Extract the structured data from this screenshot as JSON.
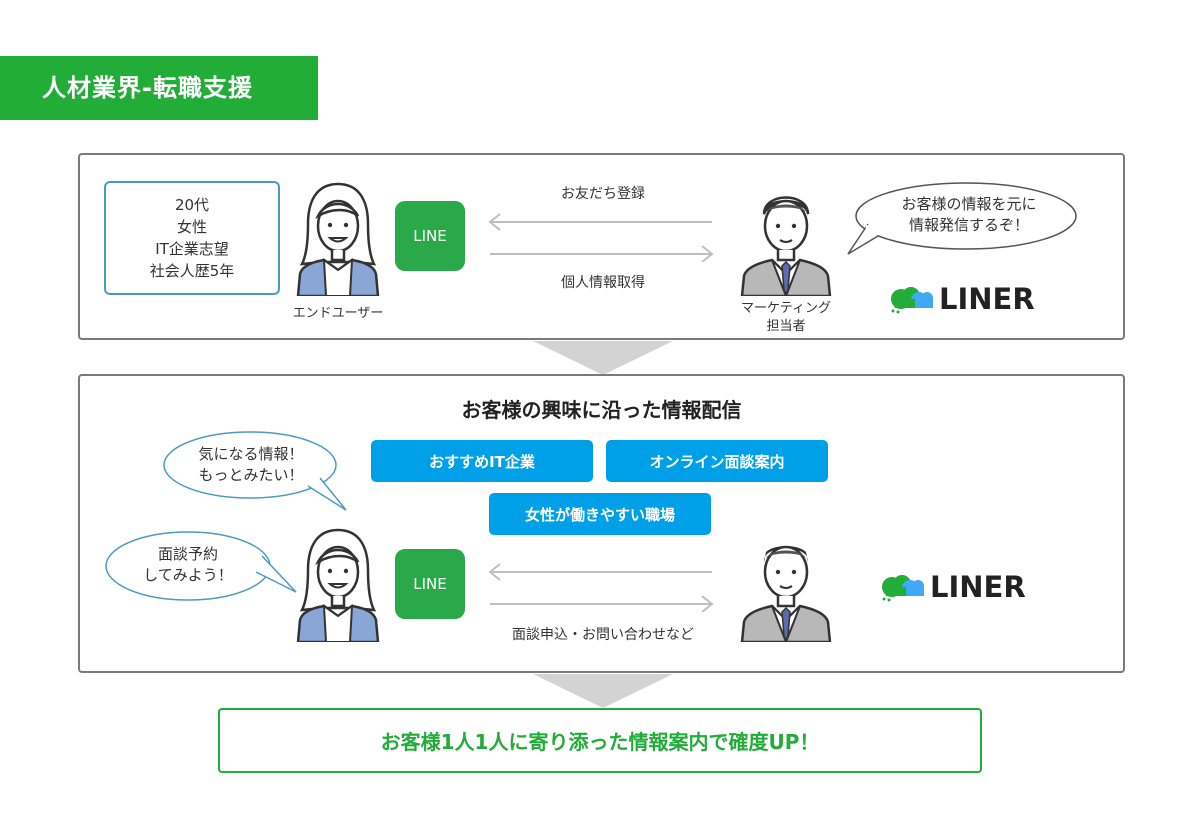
{
  "header": {
    "section_label": "人材業界-転職支援"
  },
  "panel1": {
    "profile_lines": [
      "20代",
      "女性",
      "IT企業志望",
      "社会人歴5年"
    ],
    "line_badge": "LINE",
    "end_user_caption": "エンドユーザー",
    "arrow_top_label": "お友だち登録",
    "arrow_bottom_label": "個人情報取得",
    "marketer_caption_line1": "マーケティング",
    "marketer_caption_line2": "担当者",
    "speech_line1": "お客様の情報を元に",
    "speech_line2": "情報発信するぞ！",
    "brand": "LINER"
  },
  "panel2": {
    "title": "お客様の興味に沿った情報配信",
    "tags": [
      "おすすめIT企業",
      "オンライン面談案内",
      "女性が働きやすい職場"
    ],
    "bubble1_line1": "気になる情報！",
    "bubble1_line2": "もっとみたい！",
    "bubble2_line1": "面談予約",
    "bubble2_line2": "してみよう！",
    "line_badge": "LINE",
    "arrow_bottom_label": "面談申込・お問い合わせなど",
    "brand": "LINER"
  },
  "result": {
    "text": "お客様1人1人に寄り添った情報案内で確度UP！"
  },
  "colors": {
    "accent_green": "#22ac38",
    "line_green": "#2aa84a",
    "tag_blue": "#00a0e9",
    "profile_border": "#4a9bc4"
  }
}
